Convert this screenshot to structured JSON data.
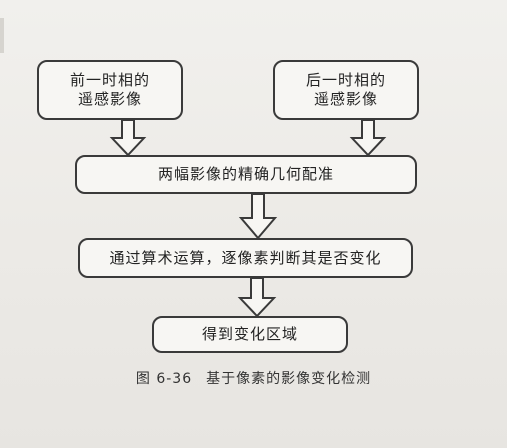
{
  "boxes": {
    "top_left_line1": "前一时相的",
    "top_left_line2": "遥感影像",
    "top_right_line1": "后一时相的",
    "top_right_line2": "遥感影像",
    "register": "两幅影像的精确几何配准",
    "compute": "通过算术运算，逐像素判断其是否变化",
    "result": "得到变化区域"
  },
  "caption": {
    "number": "图 6-36",
    "title": "基于像素的影像变化检测"
  },
  "colors": {
    "line": "#3a3a3a",
    "box_fill": "#f7f6f3",
    "background": "#ecebe8"
  }
}
